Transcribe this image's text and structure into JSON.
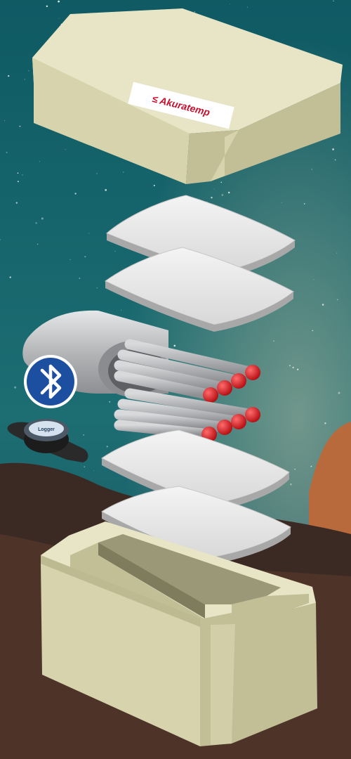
{
  "brand": {
    "lid_label_text": "≤ Akuratemp",
    "lid_label_color": "#c8102e",
    "sensor_label_text": "Logger"
  },
  "colors": {
    "sky_top": "#0f5a63",
    "sky_mid": "#1c6e73",
    "sky_bottom": "#1d4a5a",
    "mountain_dark": "#3b2a24",
    "mountain_mid": "#5a3a2c",
    "rock_orange": "#b86a3c",
    "box_face_top": "#e7e5c6",
    "box_face_front": "#d6d3ad",
    "box_face_side": "#c2bf96",
    "panel_top": "#eeeeee",
    "panel_edge": "#b9b9b9",
    "tube_grey": "#b8babc",
    "tube_cap_red": "#e0151b",
    "bluetooth_blue": "#1d4fa0"
  },
  "icons": {
    "bluetooth": "bluetooth-icon",
    "sensor": "temperature-logger-icon"
  },
  "components": [
    "insulated-box-lid",
    "top-phase-change-panel-1",
    "top-phase-change-panel-2",
    "sample-tube-bundle",
    "bottom-phase-change-panel-1",
    "bottom-phase-change-panel-2",
    "insulated-box-base"
  ]
}
